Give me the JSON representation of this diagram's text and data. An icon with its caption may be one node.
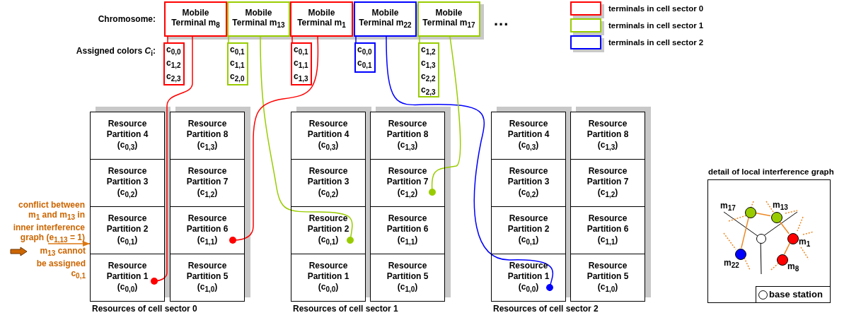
{
  "diagram": {
    "nodes": [
      {
        "text": [
          "Mobile Terminal m$_{8}$"
        ]
      },
      {
        "text": [
          "Mobile Terminal m$_{13}$"
        ]
      },
      {
        "text": [
          "Mobile Terminal m$_{1}$"
        ]
      },
      {
        "text": [
          "Mobile Terminal m$_{22}$"
        ]
      },
      {
        "text": [
          "Mobile Terminal m$_{17}$"
        ]
      },
      {
        "text": [
          "c$_{0,0}$",
          "c$_{1,2}$",
          "c$_{2,3}$"
        ]
      },
      {
        "text": [
          "c$_{0,1}$",
          "c$_{1,1}$",
          "c$_{2,0}$"
        ]
      },
      {
        "text": [
          "c$_{0,1}$",
          "c$_{1,1}$",
          "c$_{1,3}$"
        ]
      },
      {
        "text": [
          "c$_{0,0}$",
          "c$_{0,1}$"
        ]
      },
      {
        "text": [
          "c$_{1,2}$",
          "c$_{1,3}$",
          "c$_{2,2}$",
          "c$_{2,3}$"
        ]
      },
      {
        "text": [
          "Resource Partition 4 (c$_{0,3}$)"
        ]
      },
      {
        "text": [
          "Resource Partition 3 (c$_{0,2}$)"
        ]
      },
      {
        "text": [
          "Resource Partition 2 (c$_{0,1}$)"
        ]
      },
      {
        "text": [
          "Resource Partition 1 (c$_{0,0}$)"
        ]
      },
      {
        "text": [
          "Resource Partition 8 (c$_{1,3}$)"
        ]
      },
      {
        "text": [
          "Resource Partition 7 (c$_{1,2}$)"
        ]
      },
      {
        "text": [
          "Resource Partition 6 (c$_{1,1}$)"
        ]
      },
      {
        "text": [
          "Resource Partition 5 (c$_{1,0}$)"
        ]
      },
      {
        "text": [
          "Resource Partition 4 (c$_{0,3}$)"
        ]
      },
      {
        "text": [
          "Resource Partition 3 (c$_{0,2}$)"
        ]
      },
      {
        "text": [
          "Resource Partition 2 (c$_{0,1}$)"
        ]
      },
      {
        "text": [
          "Resource Partition 1 (c$_{0,0}$)"
        ]
      },
      {
        "text": [
          "Resource Partition 8 (c$_{1,3}$)"
        ]
      },
      {
        "text": [
          "Resource Partition 7 (c$_{1,2}$)"
        ]
      },
      {
        "text": [
          "Resource Partition 6 (c$_{1,1}$)"
        ]
      },
      {
        "text": [
          "Resource Partition 5 (c$_{1,0}$)"
        ]
      },
      {
        "text": [
          "Resource Partition 4 (c$_{0,3}$)"
        ]
      },
      {
        "text": [
          "Resource Partition 3 (c$_{0,2}$)"
        ]
      },
      {
        "text": [
          "Resource Partition 2 (c$_{0,1}$)"
        ]
      },
      {
        "text": [
          "Resource Partition 1 (c$_{0,0}$)"
        ]
      },
      {
        "text": [
          "Resource Partition 8 (c$_{1,3}$)"
        ]
      },
      {
        "text": [
          "Resource Partition 7 (c$_{1,2}$)"
        ]
      },
      {
        "text": [
          "Resource Partition 6 (c$_{1,1}$)"
        ]
      },
      {
        "text": [
          "Resource Partition 5 (c$_{1,0}$)"
        ]
      },
      {
        "text": [
          "conflict between m$_{1}$ and m$_{13}$ in inner interference graph (e$_{1,13}$ = 1)"
        ]
      },
      {
        "text": [
          "detail of local interference graph"
        ]
      },
      {
        "text": [],
        "shape": "circle",
        "in": 35
      },
      {
        "text": [],
        "shape": "circle",
        "in": 35,
        "beside": [
          "m$_{17}$"
        ]
      },
      {
        "text": [],
        "shape": "circle",
        "in": 35,
        "beside": [
          "m$_{13}$"
        ]
      },
      {
        "text": [],
        "shape": "circle",
        "in": 35,
        "beside": [
          "m$_{1}$"
        ]
      },
      {
        "text": [],
        "shape": "circle",
        "in": 35,
        "beside": [
          "m$_{22}$"
        ]
      },
      {
        "text": [],
        "shape": "circle",
        "in": 35,
        "beside": [
          "m$_{8}$"
        ]
      },
      {
        "text": [
          "base station"
        ],
        "in": 35
      }
    ],
    "edges": [
      {
        "from": 0,
        "to": 5,
        "arrow": "none",
        "color": "#ff0000"
      },
      {
        "from": 1,
        "to": 6,
        "arrow": "none",
        "color": "#99cc00"
      },
      {
        "from": 2,
        "to": 7,
        "arrow": "none",
        "color": "#ff0000"
      },
      {
        "from": 3,
        "to": 8,
        "arrow": "none",
        "color": "#0000ff"
      },
      {
        "from": 4,
        "to": 9,
        "arrow": "none",
        "color": "#99cc00"
      },
      {
        "from": 0,
        "to": 13,
        "arrow": "other",
        "color": "#ff0000"
      },
      {
        "from": 1,
        "to": 20,
        "arrow": "other",
        "color": "#99cc00"
      },
      {
        "from": 2,
        "to": 16,
        "arrow": "other",
        "color": "#ff0000"
      },
      {
        "from": 3,
        "to": 29,
        "arrow": "other",
        "color": "#0000ff"
      },
      {
        "from": 4,
        "to": 23,
        "arrow": "other",
        "color": "#99cc00"
      },
      {
        "from": 34,
        "to": 12,
        "arrow": "to",
        "color": "#dd7711"
      },
      {
        "from": 37,
        "to": 38,
        "arrow": "none",
        "color": "#ee8822"
      },
      {
        "from": 38,
        "to": 39,
        "arrow": "none",
        "color": "#ee8822"
      },
      {
        "from": 39,
        "to": 41,
        "arrow": "none",
        "color": "#ee8822"
      },
      {
        "from": 37,
        "to": 40,
        "arrow": "none",
        "color": "#ee8822"
      }
    ],
    "labels": [
      "Chromosome:",
      "...",
      "Assigned colors *C*$_{i}$:",
      "m$_{13}$ cannot be assigned c$_{0,1}$",
      "Resources of cell sector 0",
      "Resources of cell sector 1",
      "Resources of cell sector 2"
    ],
    "legend": [
      {
        "text": "terminals in cell sector 0",
        "color": "#ff0000"
      },
      {
        "text": "terminals in cell sector 1",
        "color": "#99cc00"
      },
      {
        "text": "terminals in cell sector 2",
        "color": "#0000ff"
      }
    ]
  }
}
